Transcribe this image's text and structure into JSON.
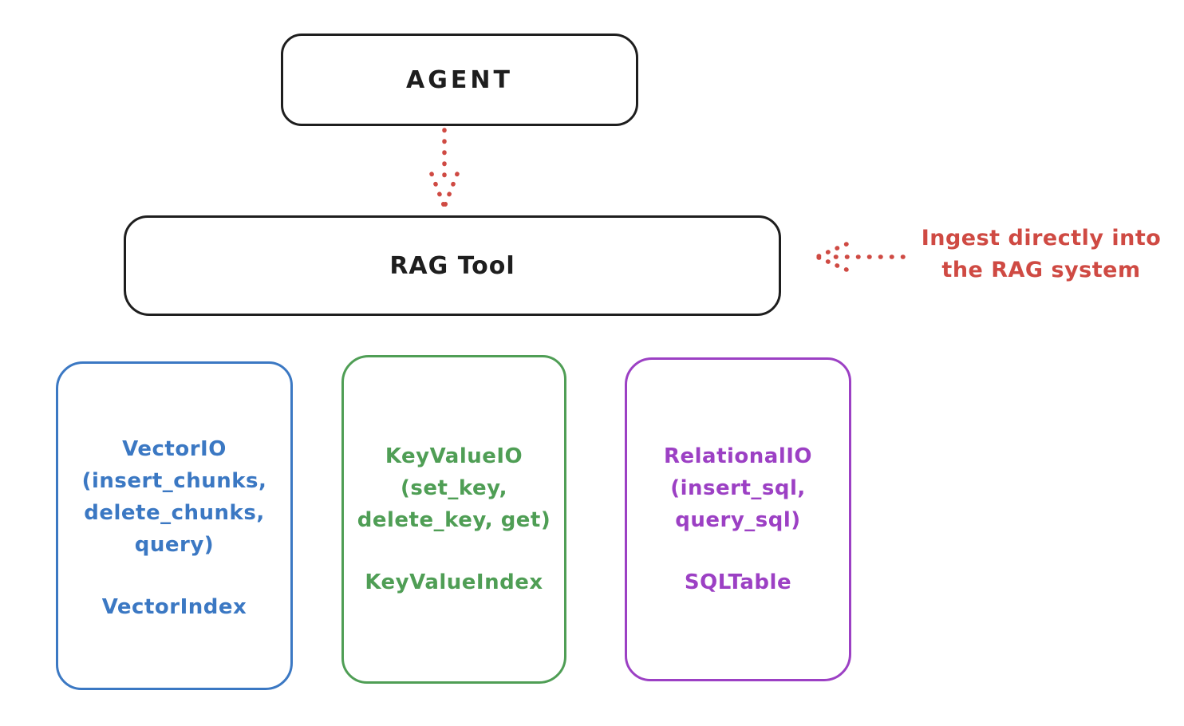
{
  "diagram": {
    "agent": {
      "label": "AGENT"
    },
    "rag_tool": {
      "label": "RAG Tool"
    },
    "annotation": {
      "line1": "Ingest directly into",
      "line2": "the RAG system"
    },
    "storage_boxes": [
      {
        "name": "vector-io",
        "color": "#3b78c3",
        "lines": [
          "VectorIO",
          "(insert_chunks,",
          "delete_chunks,",
          "query)"
        ],
        "index_label": "VectorIndex"
      },
      {
        "name": "key-value-io",
        "color": "#4f9e55",
        "lines": [
          "KeyValueIO",
          "(set_key,",
          "delete_key, get)"
        ],
        "index_label": "KeyValueIndex"
      },
      {
        "name": "relational-io",
        "color": "#9c40c4",
        "lines": [
          "RelationalIO",
          "(insert_sql,",
          "query_sql)"
        ],
        "index_label": "SQLTable"
      }
    ],
    "colors": {
      "ink": "#1e1e1e",
      "red": "#cf4a43",
      "blue": "#3b78c3",
      "green": "#4f9e55",
      "purple": "#9c40c4",
      "background": "#ffffff"
    }
  }
}
